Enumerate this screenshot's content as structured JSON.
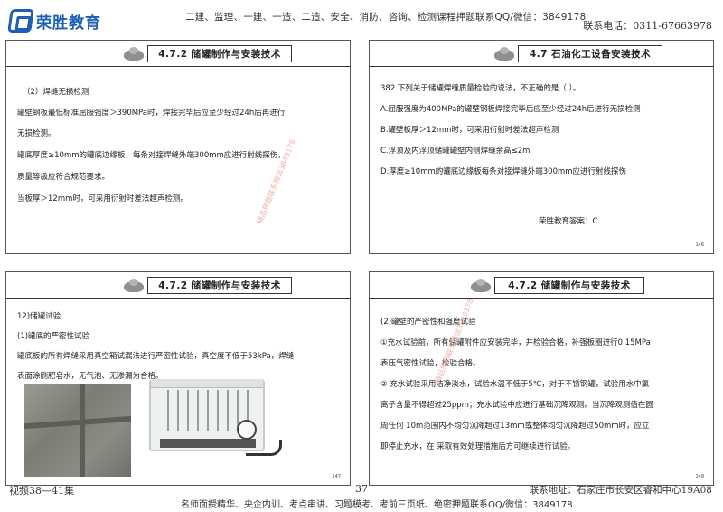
{
  "header": {
    "logo_text": "荣胜教育",
    "ad": "二建、监理、一建、一造、二造、安全、消防、咨询、检测课程押题联系QQ/微信：3849178",
    "phone": "联系电话：0311-67663978"
  },
  "slides": [
    {
      "title": "4.7.2 储罐制作与安装技术",
      "lines": [
        "（2）焊缝无损检测",
        "罐壁钢板最低标准屈服强度＞390MPa时，焊接完毕后应至少经过24h后再进行",
        "无损检测。",
        "罐底厚度≥10mm的罐底边缘板，每条对接焊缝外端300mm应进行射线探伤，",
        "质量等级应符合规范要求。",
        "当板厚＞12mm时，可采用衍射时差法超声检测。"
      ],
      "watermark": "精品押题联系微信3849178",
      "page": ""
    },
    {
      "title": "4.7 石油化工设备安装技术",
      "lines": [
        "382.下列关于储罐焊缝质量检验的说法，不正确的是（     ）。",
        "A.屈服强度为400MPa的罐壁钢板焊接完毕后应至少经过24h后进行无损检测",
        "B.罐壁板厚＞12mm时，可采用衍射时差法超声检测",
        "C.浮顶及内浮顶储罐罐壁内侧焊缝余高≤2m",
        "D.厚度≥10mm的罐底边缘板每条对接焊缝外端300mm应进行射线探伤"
      ],
      "answer": "荣胜教育答案：C",
      "page": "146"
    },
    {
      "title": "4.7.2 储罐制作与安装技术",
      "lines": [
        "12)储罐试验",
        "(1)罐底的严密性试验",
        "罐底板的所有焊缝采用真空箱试漏法进行严密性试验，真空度不低于53kPa，焊缝",
        "表面涂刷肥皂水，无气泡、无渗漏为合格。"
      ],
      "page": "147"
    },
    {
      "title": "4.7.2 储罐制作与安装技术",
      "lines": [
        "(2)罐壁的严密性和强度试验",
        "①充水试验前，所有储罐附件应安装完毕，并检验合格，补强板圈进行0.15MPa",
        "表压气密性试验，检验合格。",
        "② 充水试验采用洁净淡水，试验水温不低于5℃，对于不锈钢罐，试验用水中氯",
        "离子含量不得超过25ppm；充水试验中应进行基础沉降观测。当沉降观测值在圆",
        "周任何 10m范围内不均匀沉降超过13mm或整体均匀沉降超过50mm时，应立",
        "即停止充水，在 采取有效处理措施后方可继续进行试验。"
      ],
      "watermark": "精品押题联系微信3849178",
      "page": "148"
    }
  ],
  "footer": {
    "left": "视频38—41集",
    "center": "37",
    "right": "联系地址：石家庄市长安区睿和中心19A08",
    "ad": "名师面授精华、央企内训、考点串讲、习题模考、考前三页纸、绝密押题联系QQ/微信：3849178"
  }
}
